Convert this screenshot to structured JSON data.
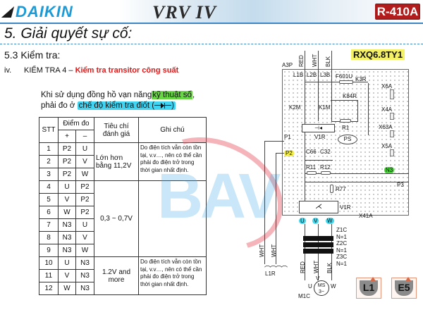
{
  "header": {
    "brand": "DAIKIN",
    "product": "VRV IV",
    "refrigerant": "R-410A"
  },
  "page_title": "5. Giải quyết sự cố:",
  "section": "5.3 Kiểm tra:",
  "subsection": {
    "number": "iv.",
    "prefix": "KIỂM TRA 4 – ",
    "title": "Kiểm tra transitor công suất"
  },
  "note": {
    "line1_pre": "Khi sử dụng đồng hồ vạn năng",
    "line1_highlight": "kỹ thuật số",
    "line1_post": ",",
    "line2_pre": "phải đo ở ",
    "line2_highlight": "chế độ kiểm tra điốt (",
    "line2_close": ")"
  },
  "table": {
    "headers": {
      "stt": "STT",
      "point": "Điểm đo",
      "plus": "+",
      "minus": "–",
      "criteria": "Tiêu chí đánh giá",
      "remark": "Ghi chú"
    },
    "rows": [
      {
        "stt": "1",
        "plus": "P2",
        "minus": "U"
      },
      {
        "stt": "2",
        "plus": "P2",
        "minus": "V"
      },
      {
        "stt": "3",
        "plus": "P2",
        "minus": "W"
      },
      {
        "stt": "4",
        "plus": "U",
        "minus": "P2"
      },
      {
        "stt": "5",
        "plus": "V",
        "minus": "P2"
      },
      {
        "stt": "6",
        "plus": "W",
        "minus": "P2"
      },
      {
        "stt": "7",
        "plus": "N3",
        "minus": "U"
      },
      {
        "stt": "8",
        "plus": "N3",
        "minus": "V"
      },
      {
        "stt": "9",
        "plus": "N3",
        "minus": "W"
      },
      {
        "stt": "10",
        "plus": "U",
        "minus": "N3"
      },
      {
        "stt": "11",
        "plus": "V",
        "minus": "N3"
      },
      {
        "stt": "12",
        "plus": "W",
        "minus": "N3"
      }
    ],
    "groups": [
      {
        "criteria": "Lớn hơn bằng 11,2V",
        "remark": "Do điện tích vẫn còn tồn tại, v.v…, nên có thể cần phải đo điện trở trong thời gian nhất định."
      },
      {
        "criteria": "0,3 ~ 0,7V",
        "remark": ""
      },
      {
        "criteria": "1.2V and more",
        "remark": "Do điện tích vẫn còn tồn tại, v.v…, nên có thể cần phải đo điện trở trong thời gian nhất định."
      }
    ]
  },
  "watermark": "BAV",
  "diagram": {
    "model": "RXQ6.8TY1",
    "board": "A3P",
    "wires_top": [
      "RED",
      "WHT",
      "BLK"
    ],
    "terminals_top": [
      "L1B",
      "L2B",
      "L3B"
    ],
    "fuse": "F601U",
    "relays": [
      "K3R",
      "K84R",
      "K2M",
      "K1M"
    ],
    "resistors": [
      "R1",
      "R11",
      "R12",
      "R77"
    ],
    "capacitors": [
      "C66",
      "C32"
    ],
    "rectifier": "V1R",
    "inverter": "V1R",
    "power_supply": "PS",
    "points": {
      "p1": "P1",
      "p2": "P2",
      "n3": "N3",
      "p3": "P3"
    },
    "outputs": [
      "U",
      "V",
      "W"
    ],
    "connectors": [
      "X6A",
      "X4A",
      "X63A",
      "X5A",
      "X41A"
    ],
    "cores": [
      "Z1C",
      "N=1",
      "Z2C",
      "N=1",
      "Z3C",
      "N=1"
    ],
    "reactor_wires": [
      "WHT",
      "WHT"
    ],
    "reactor": "L1R",
    "motor_wires": [
      "RED",
      "WHT",
      "BLK"
    ],
    "motor": {
      "name": "M1C",
      "label": "MS",
      "phase": "3~",
      "u": "U",
      "v": "V",
      "w": "W"
    }
  },
  "nav": {
    "button1": "L1",
    "button2": "E5"
  }
}
